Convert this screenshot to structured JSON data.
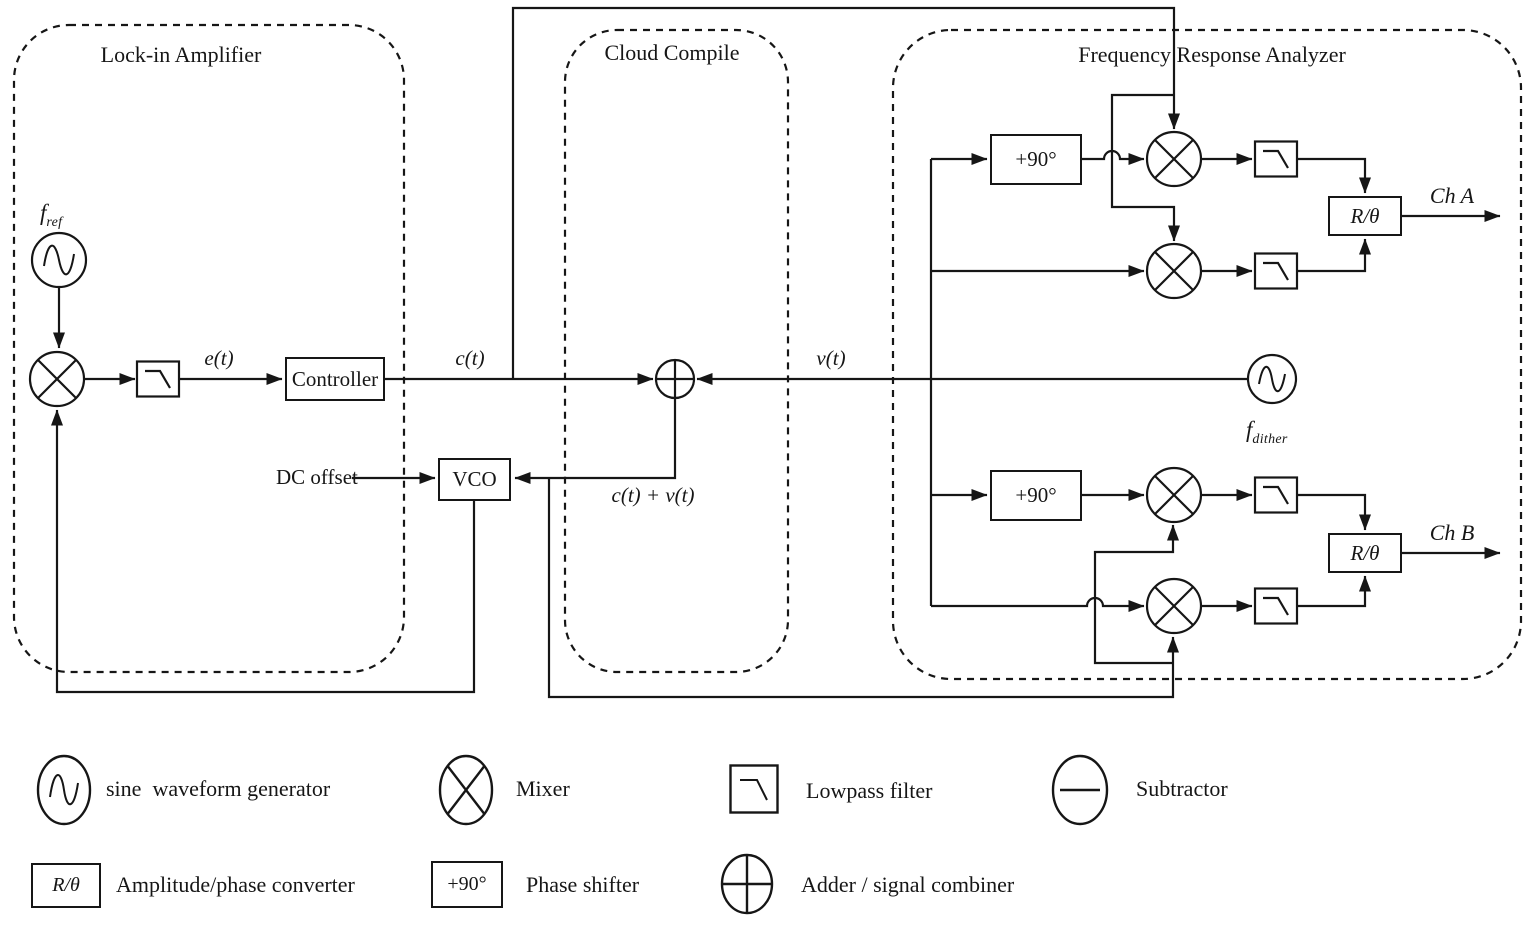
{
  "diagram": {
    "sections": {
      "lockin": {
        "title": "Lock-in Amplifier"
      },
      "cloud": {
        "title": "Cloud Compile"
      },
      "fra": {
        "title": "Frequency Response Analyzer"
      }
    },
    "labels": {
      "f_ref": {
        "base": "f",
        "sub": "ref"
      },
      "e_t": "e(t)",
      "c_t": "c(t)",
      "v_t": "v(t)",
      "sum": "c(t) + v(t)",
      "f_dither": {
        "base": "f",
        "sub": "dither"
      },
      "dc_offset": "DC offset",
      "ch_a": "Ch A",
      "ch_b": "Ch B"
    },
    "blocks": {
      "controller": "Controller",
      "vco": "VCO",
      "phase_shifter": "+90°",
      "r_theta": "R/θ"
    }
  },
  "legend": {
    "items": [
      {
        "symbol": "sine-generator",
        "label": "sine  waveform generator"
      },
      {
        "symbol": "mixer",
        "label": "Mixer"
      },
      {
        "symbol": "lowpass-filter",
        "label": "Lowpass filter"
      },
      {
        "symbol": "subtractor",
        "label": "Subtractor"
      },
      {
        "symbol": "amplitude-phase-converter",
        "symbol_text": "R/θ",
        "label": "Amplitude/phase converter"
      },
      {
        "symbol": "phase-shifter",
        "symbol_text": "+90°",
        "label": "Phase shifter"
      },
      {
        "symbol": "adder",
        "label": "Adder / signal combiner"
      }
    ]
  },
  "colors": {
    "line": "#161616",
    "background": "#ffffff"
  }
}
